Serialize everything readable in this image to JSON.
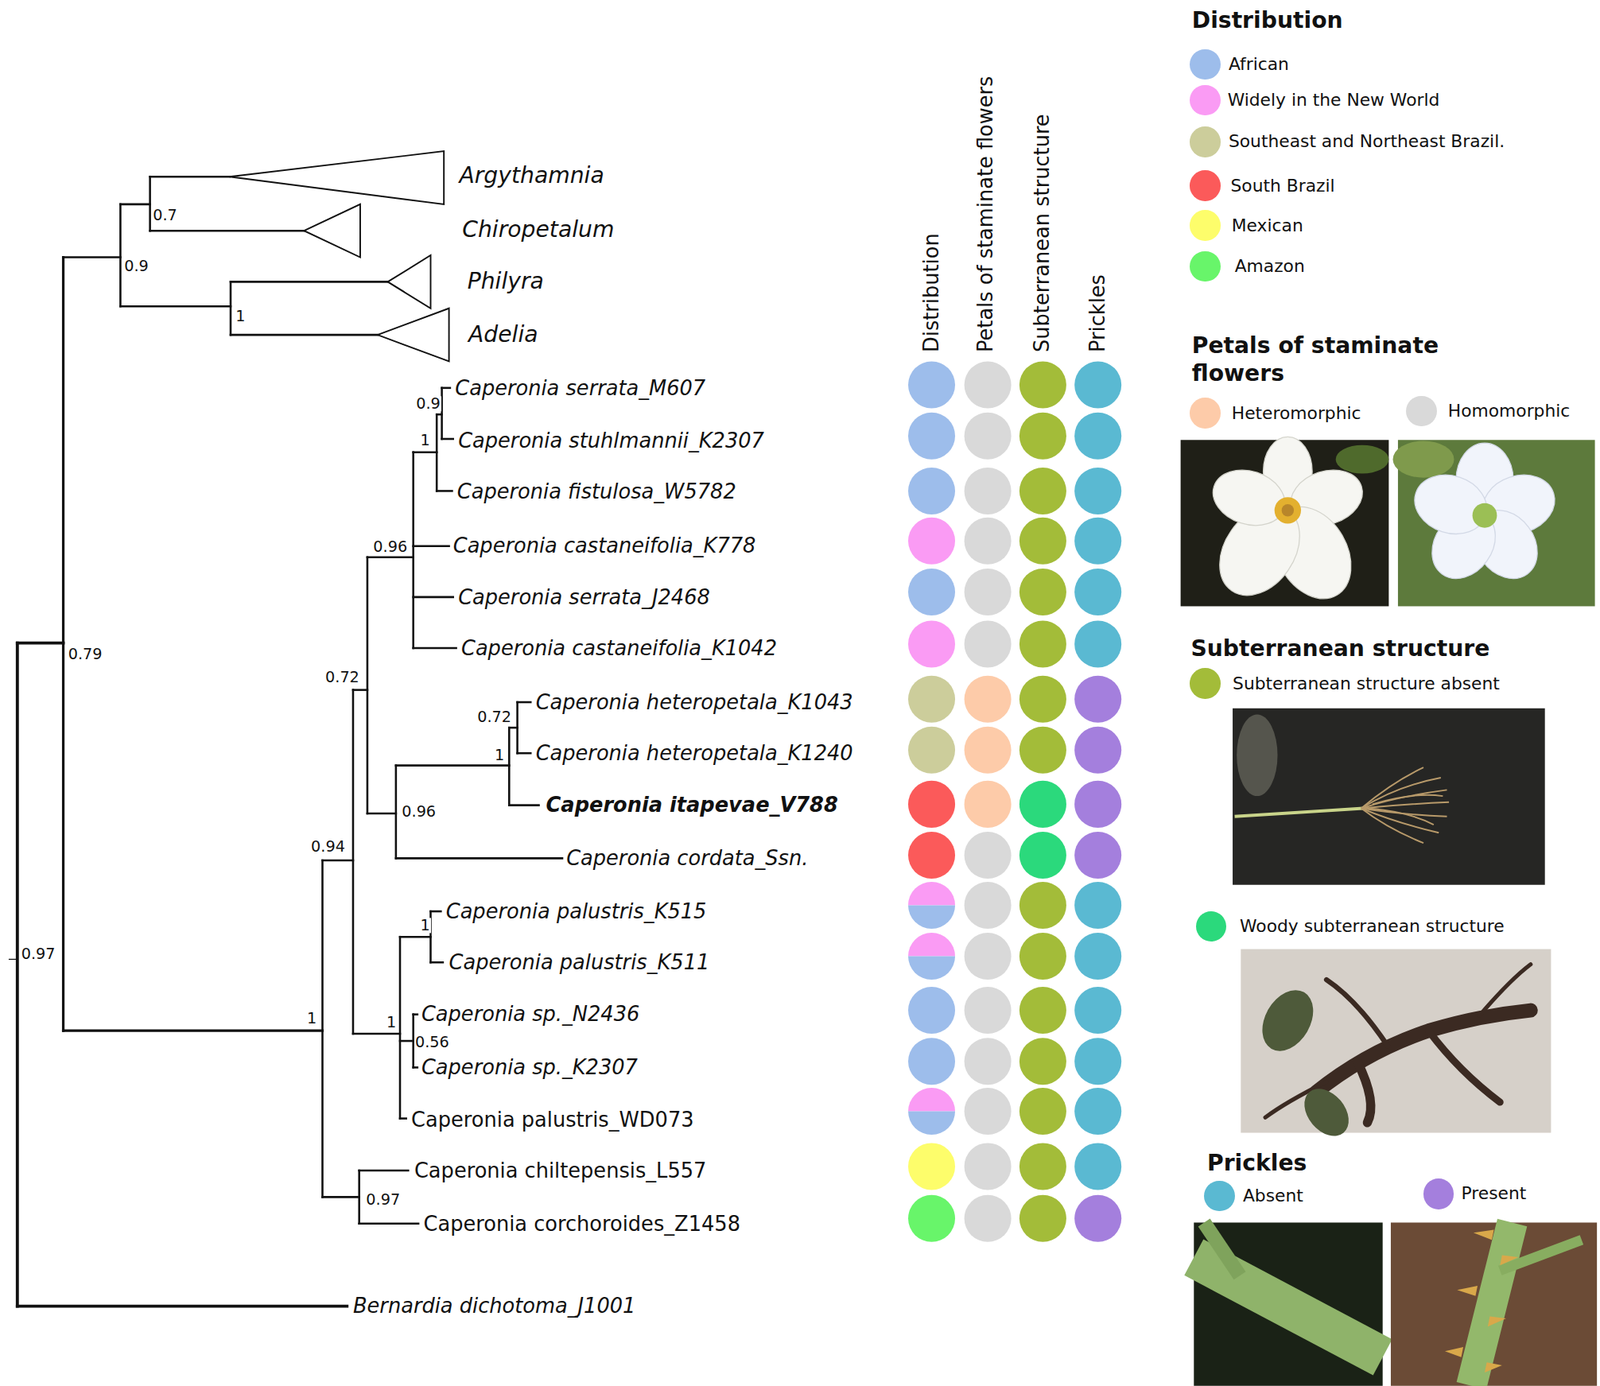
{
  "diagram": {
    "labels": [
      "Argythamnia",
      "Chiropetalum",
      "Philyra",
      "Adelia",
      "Caperonia serrata_M607",
      "Caperonia stuhlmannii_K2307",
      "Caperonia fistulosa_W5782",
      "Caperonia castaneifolia_K778",
      "Caperonia serrata_J2468",
      "Caperonia castaneifolia_K1042",
      "Caperonia heteropetala_K1043",
      "Caperonia heteropetala_K1240",
      "Caperonia itapevae_V788",
      "Caperonia cordata_Ssn.",
      "Caperonia palustris_K515",
      "Caperonia palustris_K511",
      "Caperonia sp._N2436",
      "Caperonia sp._K2307",
      "Caperonia palustris_WD073",
      "Caperonia chiltepensis_L557",
      "Caperonia corchoroides_Z1458",
      "Bernardia dichotoma_J1001",
      "0.7",
      "0.9",
      "1",
      "0.79",
      "0.97",
      "0.9",
      "1",
      "0.96",
      "0.72",
      "0.72",
      "1",
      "0.96",
      "0.94",
      "1",
      "1",
      "1",
      "0.56",
      "0.97",
      "Distribution",
      "Petals of staminate flowers",
      "Subterranean structure",
      "Prickles",
      "Distribution",
      "Petals of staminate flowers",
      "Subterranean structure",
      "Prickles"
    ],
    "legend": [
      {
        "text": "African",
        "color": "#9dbdeb"
      },
      {
        "text": "Widely in the New World",
        "color": "#fa9bf4"
      },
      {
        "text": "Southeast and Northeast Brazil.",
        "color": "#cccd9b"
      },
      {
        "text": "South Brazil",
        "color": "#fb5a5a"
      },
      {
        "text": "Mexican",
        "color": "#fdfd6b"
      },
      {
        "text": "Amazon",
        "color": "#68f56a"
      },
      {
        "text": "Heteromorphic",
        "color": "#fdcba9"
      },
      {
        "text": "Homomorphic",
        "color": "#d9d9d9"
      },
      {
        "text": "Subterranean structure absent",
        "color": "#a3bc39"
      },
      {
        "text": "Woody subterranean structure",
        "color": "#2bd97c"
      },
      {
        "text": "Absent",
        "color": "#5ab9d2"
      },
      {
        "text": "Present",
        "color": "#a47fdd"
      }
    ]
  }
}
